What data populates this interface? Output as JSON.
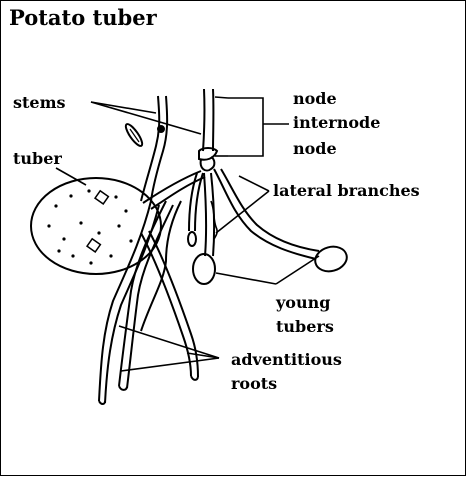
{
  "title": "Potato tuber",
  "labels": {
    "stems": "stems",
    "tuber": "tuber",
    "node_top": "node",
    "internode": "internode",
    "node_bottom": "node",
    "lateral_branches": "lateral branches",
    "young_tubers_1": "young",
    "young_tubers_2": "tubers",
    "adventitious_roots_1": "adventitious",
    "adventitious_roots_2": "roots"
  },
  "colors": {
    "ink": "#000000",
    "background": "#ffffff"
  }
}
